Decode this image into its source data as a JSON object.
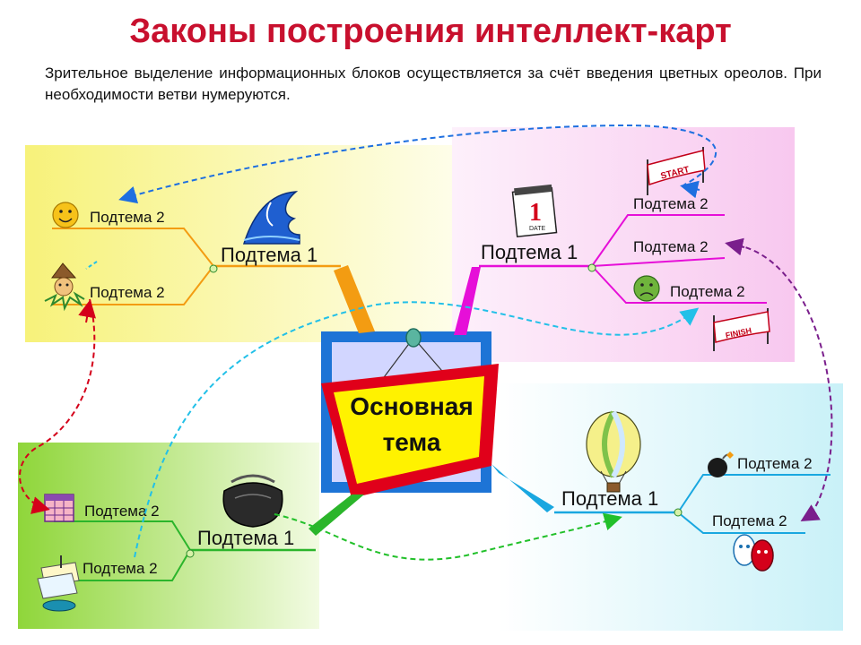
{
  "title": "Законы построения интеллект-карт",
  "subtitle": "Зрительное выделение информационных блоков осуществляется за счёт введения цветных ореолов. При необходимости ветви нумеруются.",
  "center": {
    "line1": "Основная",
    "line2": "тема"
  },
  "branches": {
    "top_left": {
      "main": "Подтема 1",
      "subs": [
        "Подтема 2",
        "Подтема 2"
      ],
      "halo_color": "#fdfbc4",
      "branch_color": "#f39c12",
      "icons": [
        "wave-icon",
        "smiley-icon",
        "scarecrow-icon"
      ]
    },
    "top_right": {
      "main": "Подтема 1",
      "subs": [
        "Подтема 2",
        "Подтема 2",
        "Подтема 2"
      ],
      "halo_color": "#fbd5f3",
      "branch_color": "#e60fd8",
      "icons": [
        "calendar-icon",
        "start-flag-icon",
        "sad-face-icon",
        "finish-flag-icon"
      ],
      "calendar_text": "DATE",
      "start_text": "START",
      "finish_text": "FINISH"
    },
    "bottom_left": {
      "main": "Подтема 1",
      "subs": [
        "Подтема 2",
        "Подтема 2"
      ],
      "halo_color": "#a8e24f",
      "branch_color": "#2bb52b",
      "icons": [
        "purse-icon",
        "table-icon",
        "papers-icon"
      ]
    },
    "bottom_right": {
      "main": "Подтема 1",
      "subs": [
        "Подтема 2",
        "Подтема 2"
      ],
      "halo_color": "#d3f5fa",
      "branch_color": "#19a7e0",
      "icons": [
        "balloon-icon",
        "bomb-icon",
        "masks-icon"
      ]
    }
  },
  "colors": {
    "title": "#c8102e",
    "center_outer": "#1d74d6",
    "center_frame": "#e0001a",
    "center_fill": "#fff200",
    "arrow_blue": "#1e6fe0",
    "arrow_cyan": "#22c0e8",
    "arrow_red": "#d4001a",
    "arrow_purple": "#7a1e8c",
    "arrow_green": "#22c02a"
  }
}
